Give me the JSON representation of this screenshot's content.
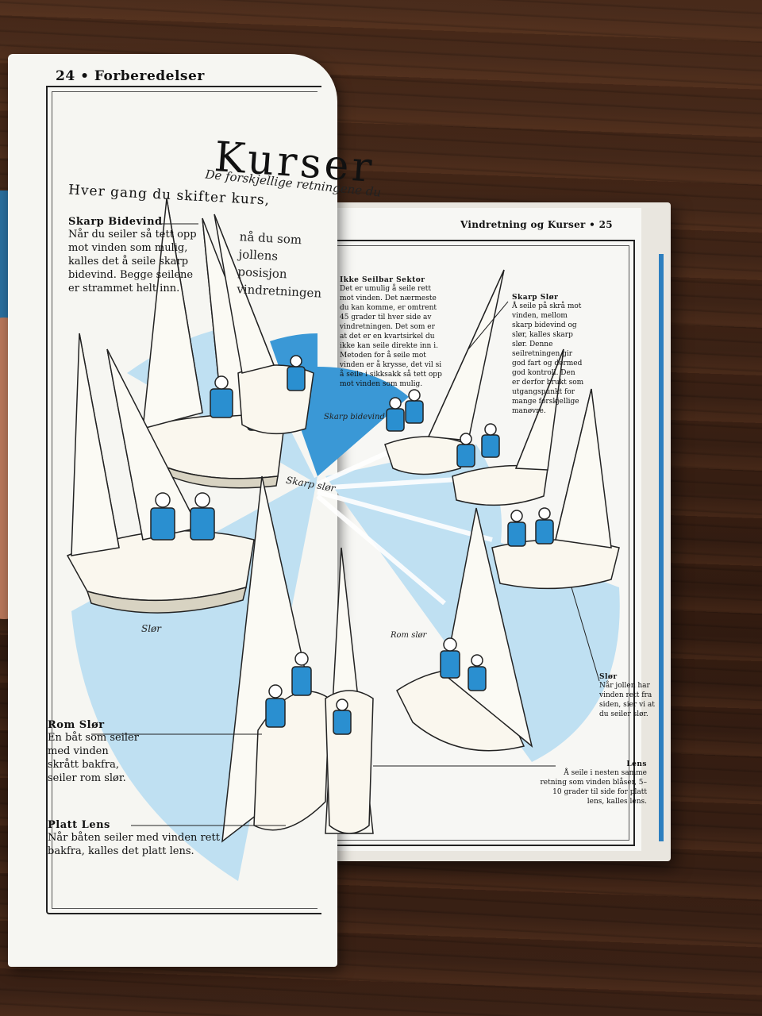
{
  "left_page": {
    "header": "24 • Forberedelser",
    "title": "Kurser",
    "subtitle": "De forskjellige retningene du",
    "lead": "Hver gang du skifter kurs,",
    "lead_cont": "nå du som jollens posisjon vindretningen",
    "skarp_bidevind": {
      "heading": "Skarp Bidevind",
      "body": "Når du seiler så tett opp mot vinden som mulig, kalles det å seile skarp bidevind. Begge seilene er strammet helt inn."
    },
    "rom_slor": {
      "heading": "Rom Slør",
      "body": "En båt som seiler med vinden skrått bakfra, seiler rom slør."
    },
    "platt_lens": {
      "heading": "Platt Lens",
      "body": "Når båten seiler med vinden rett bakfra, kalles det platt lens."
    },
    "caption_slor": "Slør",
    "caption_skarp_slor": "Skarp slør"
  },
  "right_page": {
    "header": "Vindretning og Kurser • 25",
    "ikke_seilbar": {
      "heading": "Ikke Seilbar Sektor",
      "body": "Det er umulig å seile rett mot vinden. Det nærmeste du kan komme, er omtrent 45 grader til hver side av vindretningen. Det som er at det er en kvartsirkel du ikke kan seile direkte inn i. Metoden for å seile mot vinden er å krysse, det vil si å seile i sikksakk så tett opp mot vinden som mulig."
    },
    "skarp_slor": {
      "heading": "Skarp Slør",
      "body": "Å seile på skrå mot vinden, mellom skarp bidevind og slør, kalles skarp slør. Denne seilretningen gir god fart og dermed god kontroll. Den er derfor brukt som utgangspunkt for mange forskjellige manøvre."
    },
    "slor": {
      "heading": "Slør",
      "body": "Når jollen har vinden rett fra siden, sier vi at du seiler slør."
    },
    "lens": {
      "heading": "Lens",
      "body": "Å seile i nesten samme retning som vinden blåser, 5–10 grader til side for platt lens, kalles lens."
    },
    "caption_skarp_bidevind": "Skarp bidevind",
    "caption_rom_slor": "Rom slør"
  },
  "colors": {
    "sector_blue": "#3a98d6",
    "light_blue": "#bfe0f2",
    "vest_blue": "#2a8fd0",
    "page": "#f6f6f2",
    "table": "#3a2216"
  }
}
